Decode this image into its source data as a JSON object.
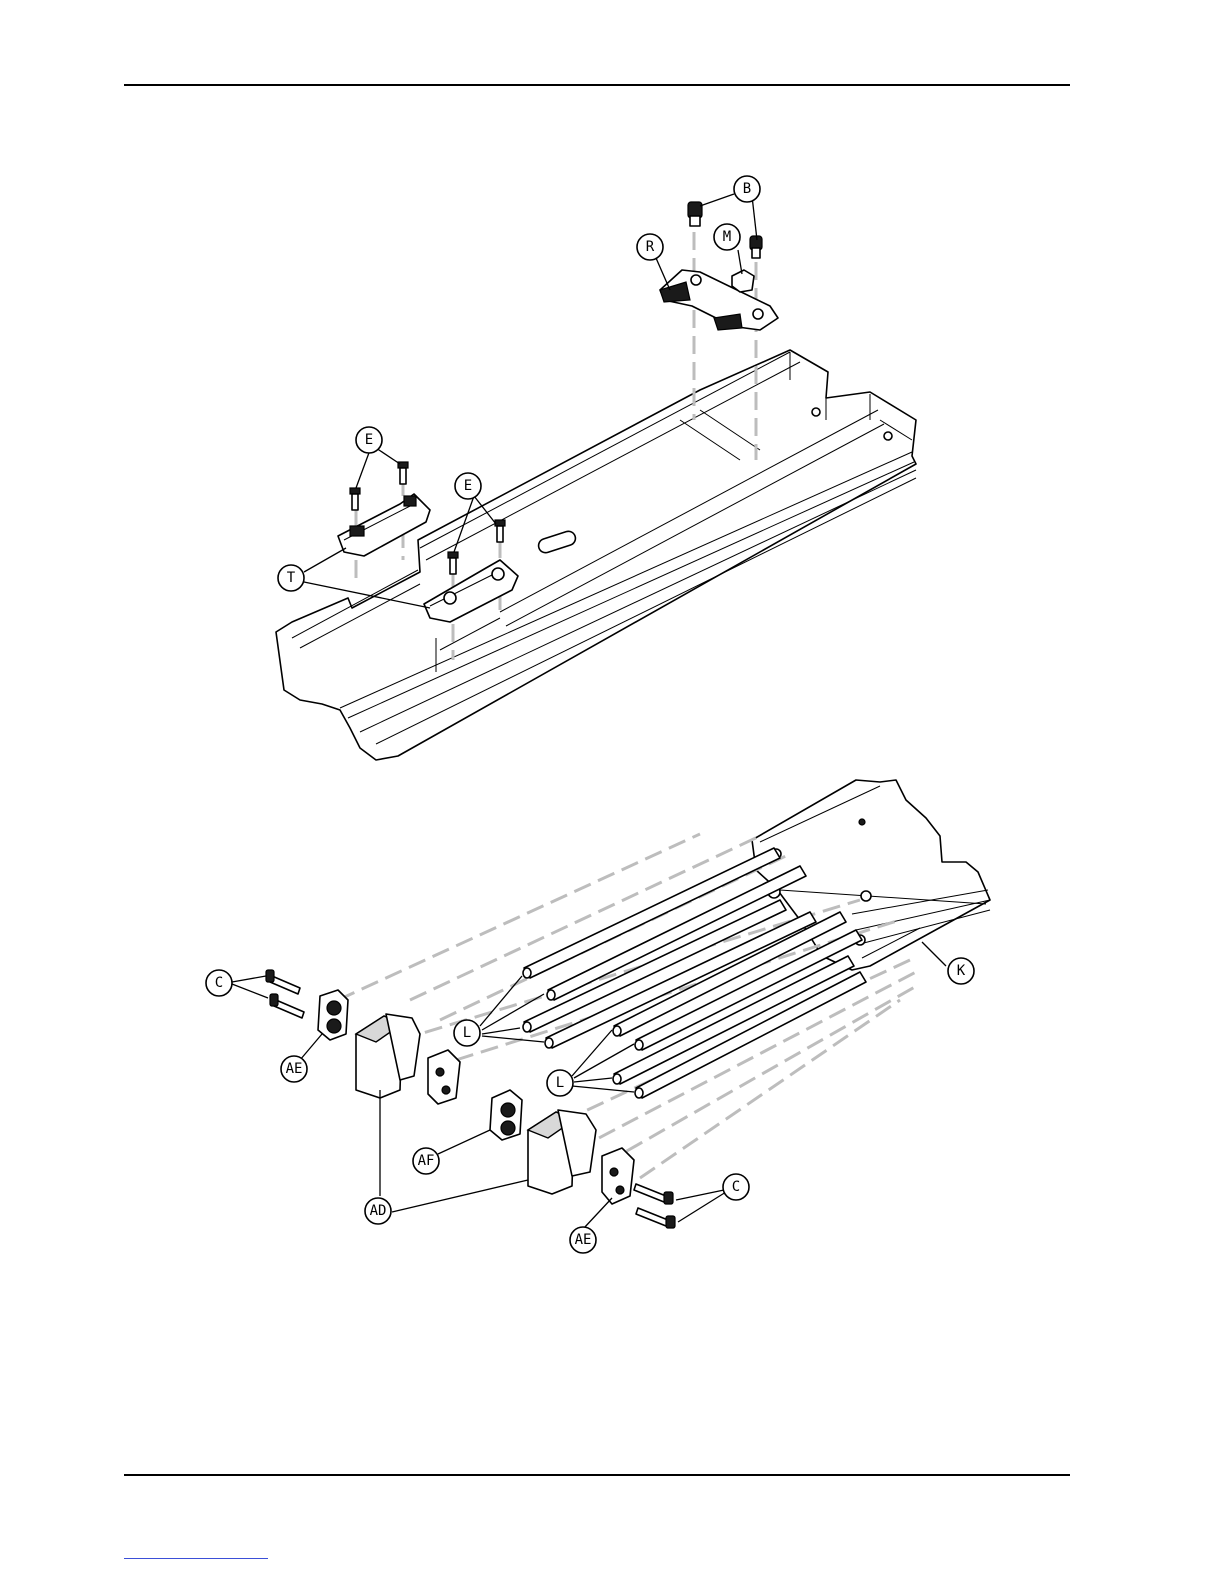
{
  "callouts": [
    {
      "id": "B",
      "label": "B"
    },
    {
      "id": "M",
      "label": "M"
    },
    {
      "id": "R",
      "label": "R"
    },
    {
      "id": "E1",
      "label": "E"
    },
    {
      "id": "E2",
      "label": "E"
    },
    {
      "id": "T",
      "label": "T"
    },
    {
      "id": "C1",
      "label": "C"
    },
    {
      "id": "AE1",
      "label": "AE"
    },
    {
      "id": "L1",
      "label": "L"
    },
    {
      "id": "L2",
      "label": "L"
    },
    {
      "id": "K",
      "label": "K"
    },
    {
      "id": "AF",
      "label": "AF"
    },
    {
      "id": "AD",
      "label": "AD"
    },
    {
      "id": "C2",
      "label": "C"
    },
    {
      "id": "AE2",
      "label": "AE"
    }
  ]
}
